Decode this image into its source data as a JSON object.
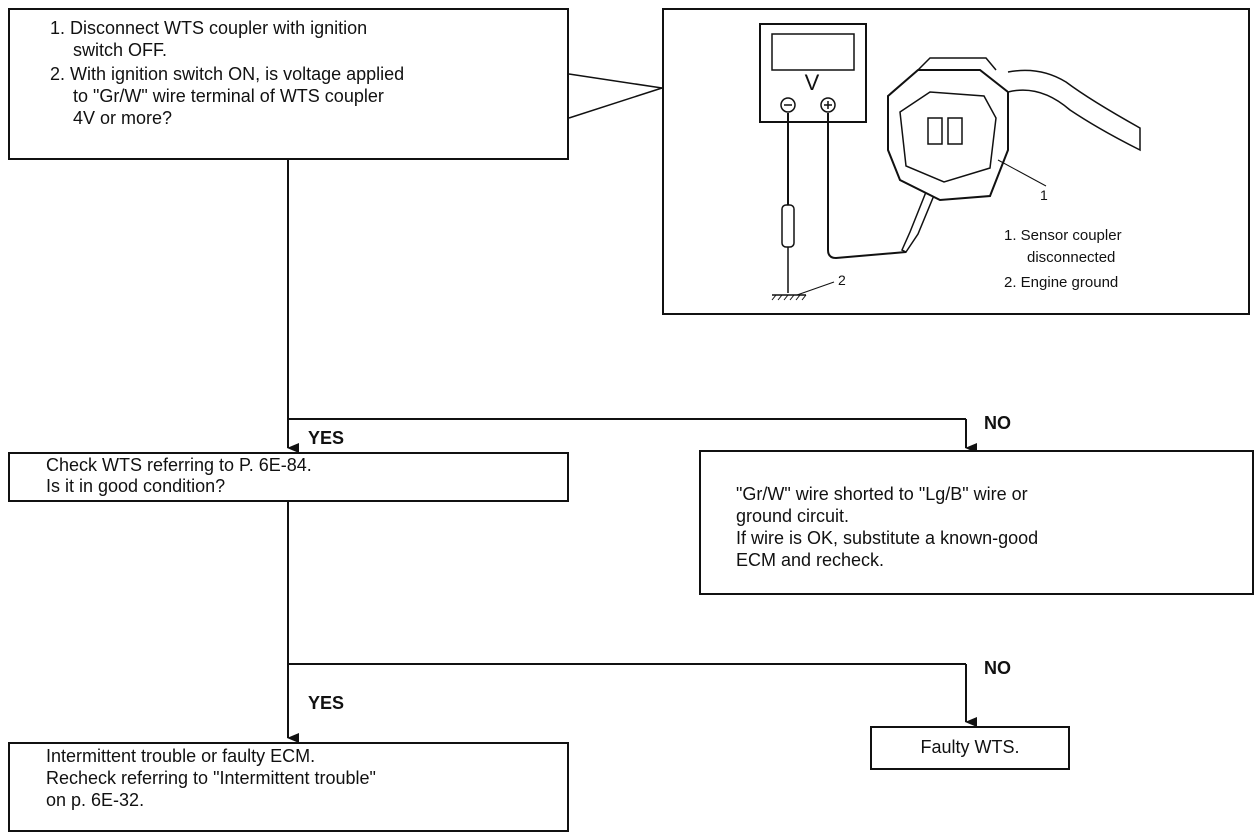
{
  "step1": {
    "item1": "1. Disconnect WTS coupler with ignition",
    "item1_cont": "switch OFF.",
    "item2": "2. With ignition switch ON, is voltage applied",
    "item2_cont1": "to \"Gr/W\" wire terminal of WTS coupler",
    "item2_cont2": "4V or more?"
  },
  "figure": {
    "meter_symbol": "V",
    "callout_1": "1",
    "callout_2": "2",
    "legend_1_line1": "1.  Sensor coupler",
    "legend_1_line2": "disconnected",
    "legend_2": "2.  Engine ground"
  },
  "branch1": {
    "yes": "YES",
    "no": "NO"
  },
  "check_wts": {
    "line1": "Check WTS referring to P. 6E-84.",
    "line2": "Is it in good condition?"
  },
  "shorted": {
    "line1": "\"Gr/W\" wire shorted to \"Lg/B\" wire or",
    "line2": "ground circuit.",
    "line3": "If wire is OK, substitute a known-good",
    "line4": "ECM and recheck."
  },
  "branch2": {
    "yes": "YES",
    "no": "NO"
  },
  "intermittent": {
    "line1": "Intermittent trouble or faulty ECM.",
    "line2": "Recheck referring to \"Intermittent trouble\"",
    "line3": "on p. 6E-32."
  },
  "faulty_wts": {
    "text": "Faulty WTS."
  }
}
